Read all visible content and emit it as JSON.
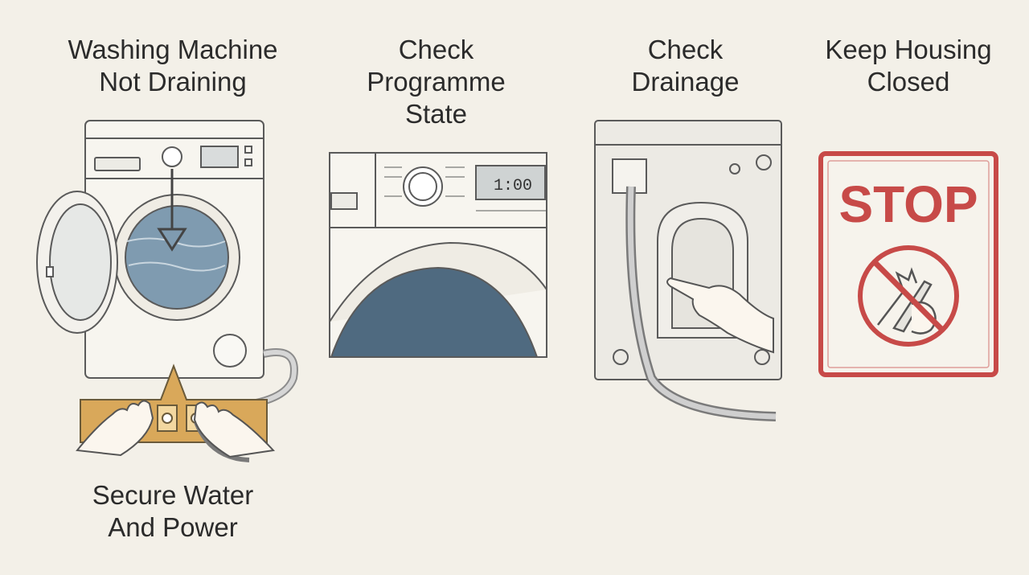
{
  "steps": [
    {
      "title": "Washing Machine\nNot Draining"
    },
    {
      "title": "Check\nProgramme\nState"
    },
    {
      "title": "Check\nDrainage"
    },
    {
      "title": "Keep Housing\nClosed"
    }
  ],
  "sub_step": {
    "title": "Secure Water\nAnd Power"
  },
  "display": {
    "time": "1:00"
  },
  "sign": {
    "text": "STOP"
  },
  "colors": {
    "background": "#f3f0e8",
    "line": "#5a5a5a",
    "water": "#7f9bb0",
    "drum": "#4f6a80",
    "mat": "#d9a85a",
    "stop_red": "#c74a48"
  },
  "icons": [
    "arrow-down-icon",
    "hand-icon",
    "no-tools-icon"
  ]
}
